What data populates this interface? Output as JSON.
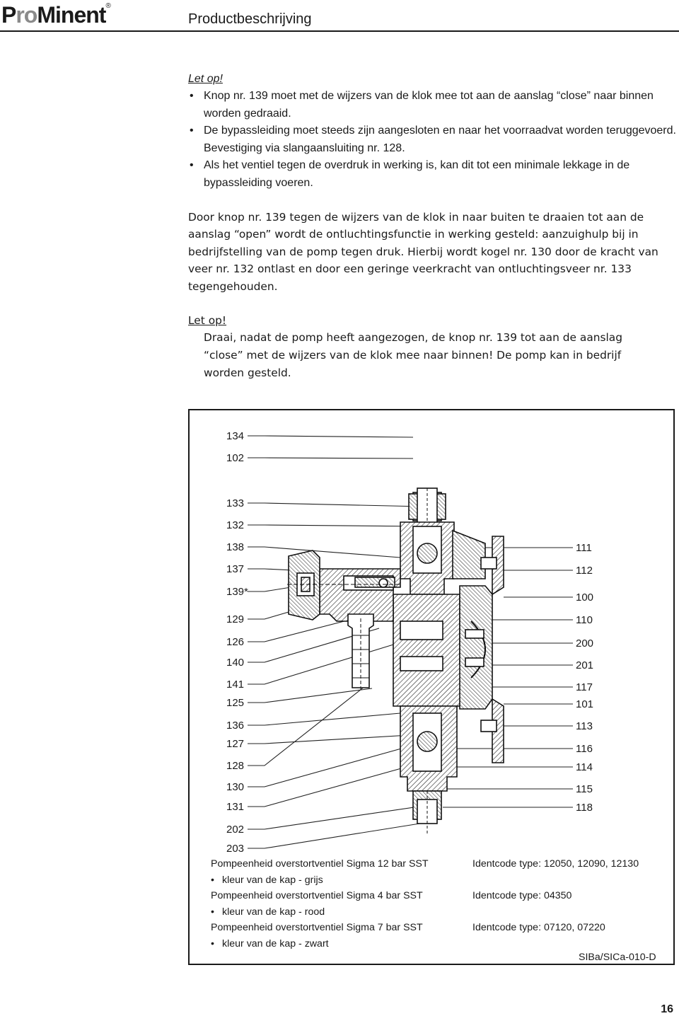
{
  "header": {
    "brand": "ProMinent",
    "brand_parts": {
      "p": "P",
      "ro": "ro",
      "minent": "Minent",
      "reg": "®"
    },
    "title": "Productbeschrijving"
  },
  "warning1": {
    "label": "Let op!",
    "items": [
      "Knop nr. 139 moet met de wijzers van de klok mee tot aan de aanslag “close” naar binnen worden gedraaid.",
      "De bypassleiding moet steeds zijn aangesloten en naar het voorraadvat worden teruggevoerd. Bevestiging via slangaansluiting nr. 128.",
      "Als het ventiel tegen de overdruk in werking is, kan dit tot een minimale lekkage in de bypassleiding voeren."
    ]
  },
  "paragraph": "Door knop nr. 139 tegen de wijzers van de klok in naar buiten te draaien tot aan de aanslag “open” wordt de ontluchtingsfunctie in werking gesteld: aanzuighulp bij in bedrijfstelling van de pomp tegen druk. Hierbij wordt kogel nr. 130 door de kracht van veer nr. 132 ontlast en door een geringe veerkracht van ontluchtingsveer nr. 133 tegengehouden.",
  "warning2": {
    "label": "Let op!",
    "text": "Draai, nadat de pomp heeft aangezogen, de knop nr. 139 tot aan de aanslag “close” met de wijzers van de klok mee naar binnen! De pomp kan in bedrijf worden gesteld."
  },
  "figure": {
    "left_labels": [
      "134",
      "102",
      "133",
      "132",
      "138",
      "137",
      "139*",
      "129",
      "126",
      "140",
      "141",
      "125",
      "136",
      "127",
      "128",
      "130",
      "131",
      "202",
      "203"
    ],
    "right_labels": [
      "111",
      "112",
      "100",
      "110",
      "200",
      "201",
      "117",
      "101",
      "113",
      "116",
      "114",
      "115",
      "118"
    ],
    "captions": [
      {
        "left": "Pompeenheid overstortventiel Sigma 12 bar SST",
        "right": "Identcode type: 12050, 12090, 12130"
      },
      {
        "left": "kleur van de kap - grijs",
        "right": ""
      },
      {
        "left": "Pompeenheid overstortventiel Sigma 4 bar SST",
        "right": "Identcode type: 04350"
      },
      {
        "left": "kleur van de kap - rood",
        "right": ""
      },
      {
        "left": "Pompeenheid overstortventiel Sigma 7 bar SST",
        "right": "Identcode type: 07120, 07220"
      },
      {
        "left": "kleur van de kap - zwart",
        "right": ""
      }
    ],
    "code": "SIBa/SICa-010-D"
  },
  "page_number": "16"
}
